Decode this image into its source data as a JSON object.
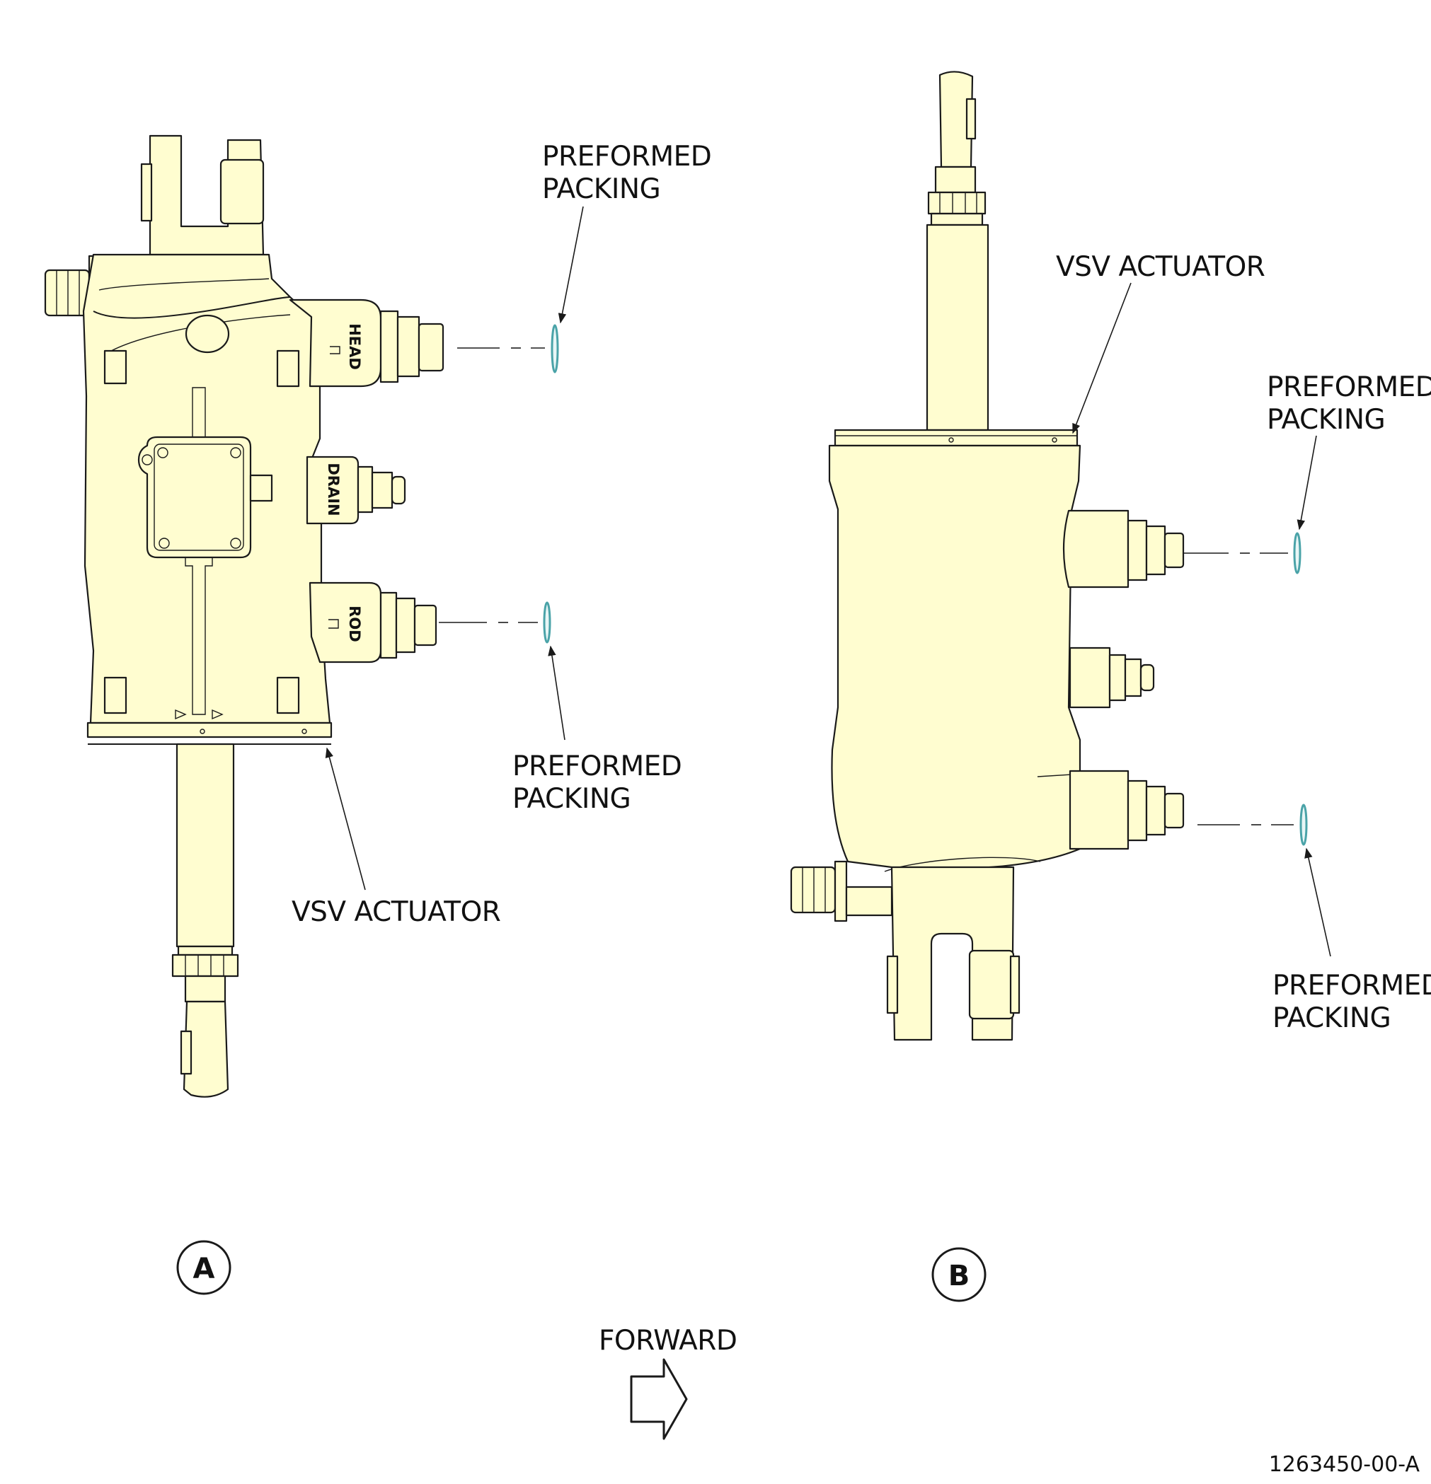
{
  "figure_id": "1263450-00-A",
  "views": [
    {
      "id": "A",
      "actuator_label": "VSV ACTUATOR",
      "packing_top": [
        "PREFORMED",
        "PACKING"
      ],
      "packing_bottom": [
        "PREFORMED",
        "PACKING"
      ],
      "ports": [
        "HEAD",
        "DRAIN",
        "ROD"
      ]
    },
    {
      "id": "B",
      "actuator_label": "VSV ACTUATOR",
      "packing_top": [
        "PREFORMED",
        "PACKING"
      ],
      "packing_bottom": [
        "PREFORMED",
        "PACKING"
      ]
    }
  ],
  "direction_label": "FORWARD",
  "colors": {
    "part_fill": "#fffdd0",
    "outline": "#1a1a1a",
    "packing": "#4aa3a8"
  },
  "icons": [
    "forward-arrow-icon"
  ]
}
